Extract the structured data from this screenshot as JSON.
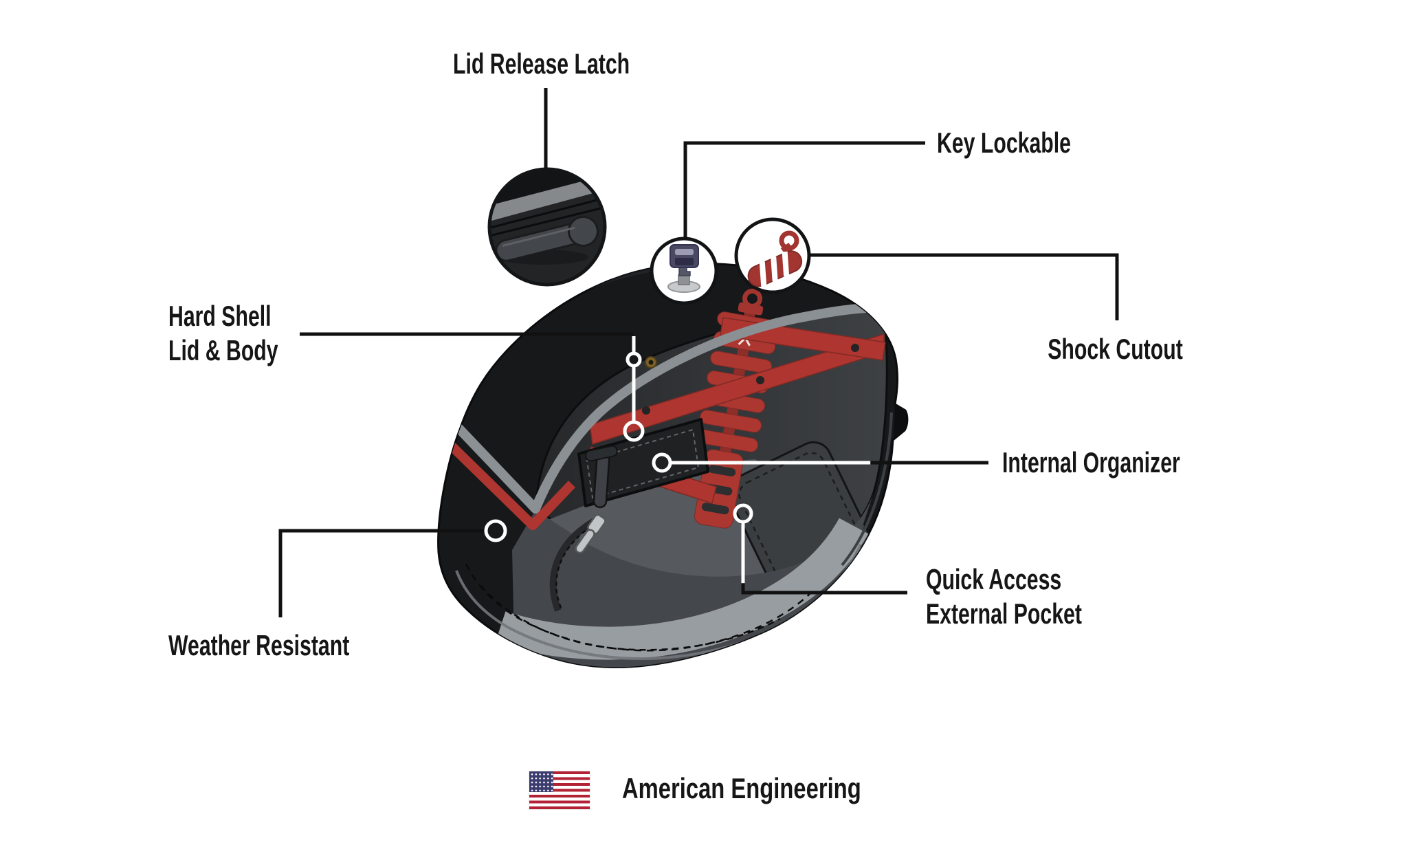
{
  "labels": {
    "lid_release_latch": "Lid Release Latch",
    "key_lockable": "Key Lockable",
    "shock_cutout": "Shock Cutout",
    "hard_shell_line1": "Hard Shell",
    "hard_shell_line2": "Lid & Body",
    "internal_organizer": "Internal Organizer",
    "weather_resistant": "Weather Resistant",
    "quick_access_line1": "Quick Access",
    "quick_access_line2": "External Pocket",
    "american_engineering": "American Engineering"
  },
  "icons": {
    "latch_inset": "lid-release-latch-photo-icon",
    "key": "key-icon",
    "shock": "shock-absorber-icon",
    "flag": "us-flag-icon"
  },
  "colors": {
    "background": "#FFFFFF",
    "text": "#161616",
    "callout_line": "#111111",
    "bag_black": "#17181A",
    "interior_gray": "#2C2E30",
    "trim_gray": "#8B9094",
    "accent_red": "#AE3530",
    "shock_red": "#A23530",
    "flag_red": "#B22234",
    "flag_blue": "#3C3B6E"
  }
}
